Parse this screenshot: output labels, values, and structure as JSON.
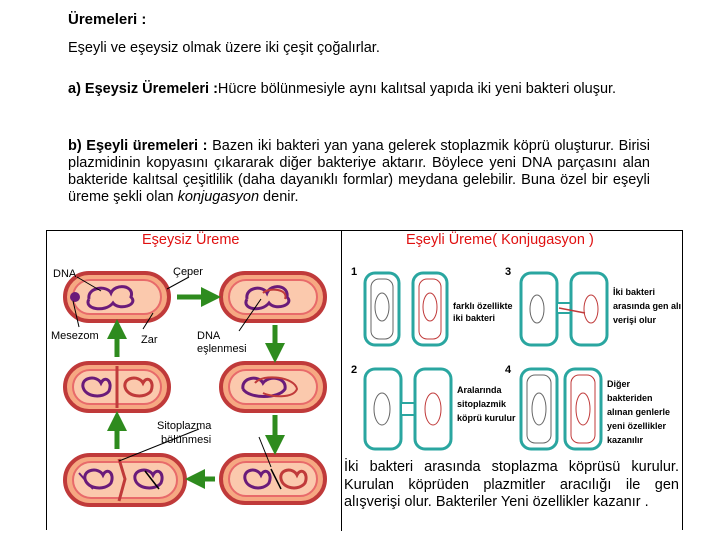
{
  "heading": "Üremeleri :",
  "intro": "Eşeyli ve eşeysiz olmak üzere iki çeşit çoğalırlar.",
  "asexual": {
    "label": "a) Eşeysiz Üremeleri :",
    "text": "Hücre bölünmesiyle aynı kalıtsal yapıda iki yeni bakteri oluşur."
  },
  "sexual": {
    "label": "b) Eşeyli üremeleri :",
    "text_before": " Bazen iki bakteri yan yana gelerek stoplazmik köprü oluşturur. Birisi plazmidinin kopyasını çıkararak diğer bakteriye aktarır. Böylece yeni DNA parçasını alan bakteride kalıtsal çeşitlilik (daha dayanıklı formlar) meydana gelebilir. Buna özel bir eşeyli üreme şekli olan ",
    "italic_term": "konjugasyon",
    "text_after": " denir."
  },
  "figure": {
    "left_caption": "Eşeysiz Üreme",
    "right_caption": "Eşeyli  Üreme( Konjugasyon )",
    "left_labels": {
      "dna": "DNA",
      "wall": "Çeper",
      "mesosome": "Mesezom",
      "membrane": "Zar",
      "dna_rep_1": "DNA",
      "dna_rep_2": "eşlenmesi",
      "cyto_1": "Sitoplazma",
      "cyto_2": "bölünmesi"
    },
    "right_panels": {
      "n1": "1",
      "n2": "2",
      "n3": "3",
      "n4": "4",
      "p1_line1": "farklı özellikte",
      "p1_line2": "iki bakteri",
      "p2_line1": "Aralarında",
      "p2_line2": "sitoplazmik",
      "p2_line3": "köprü kurulur",
      "p3_line1": "İki bakteri",
      "p3_line2": "arasında gen alış",
      "p3_line3": "verişi olur",
      "p4_line1": "Diğer",
      "p4_line2": "bakteriden",
      "p4_line3": "alınan genlerle",
      "p4_line4": "yeni özellikler",
      "p4_line5": "kazanılır"
    },
    "right_description": "İki bakteri arasında stoplazma köprüsü kurulur. Kurulan köprüden plazmitler aracılığı ile gen alışverişi olur. Bakteriler Yeni özellikler kazanır ."
  },
  "colors": {
    "caption": "#e01010",
    "arrow": "#2e8b1e",
    "cell_fill": "#f6a882",
    "cell_edge": "#c03a3a",
    "dna_purple": "#6a1b7a",
    "teal": "#2aa6a0"
  }
}
